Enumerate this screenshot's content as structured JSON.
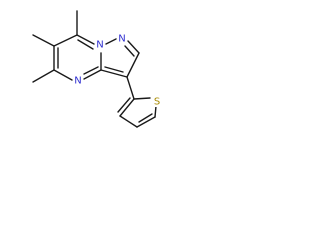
{
  "molecule": {
    "atoms": {
      "n_pyrimidine": "N",
      "n_bridge": "N",
      "n_pyrazole": "N",
      "s_thiophene": "S"
    },
    "colors": {
      "nitrogen": "#2f2fd0",
      "sulfur": "#a88a00",
      "bond": "#1a1a1a"
    }
  }
}
